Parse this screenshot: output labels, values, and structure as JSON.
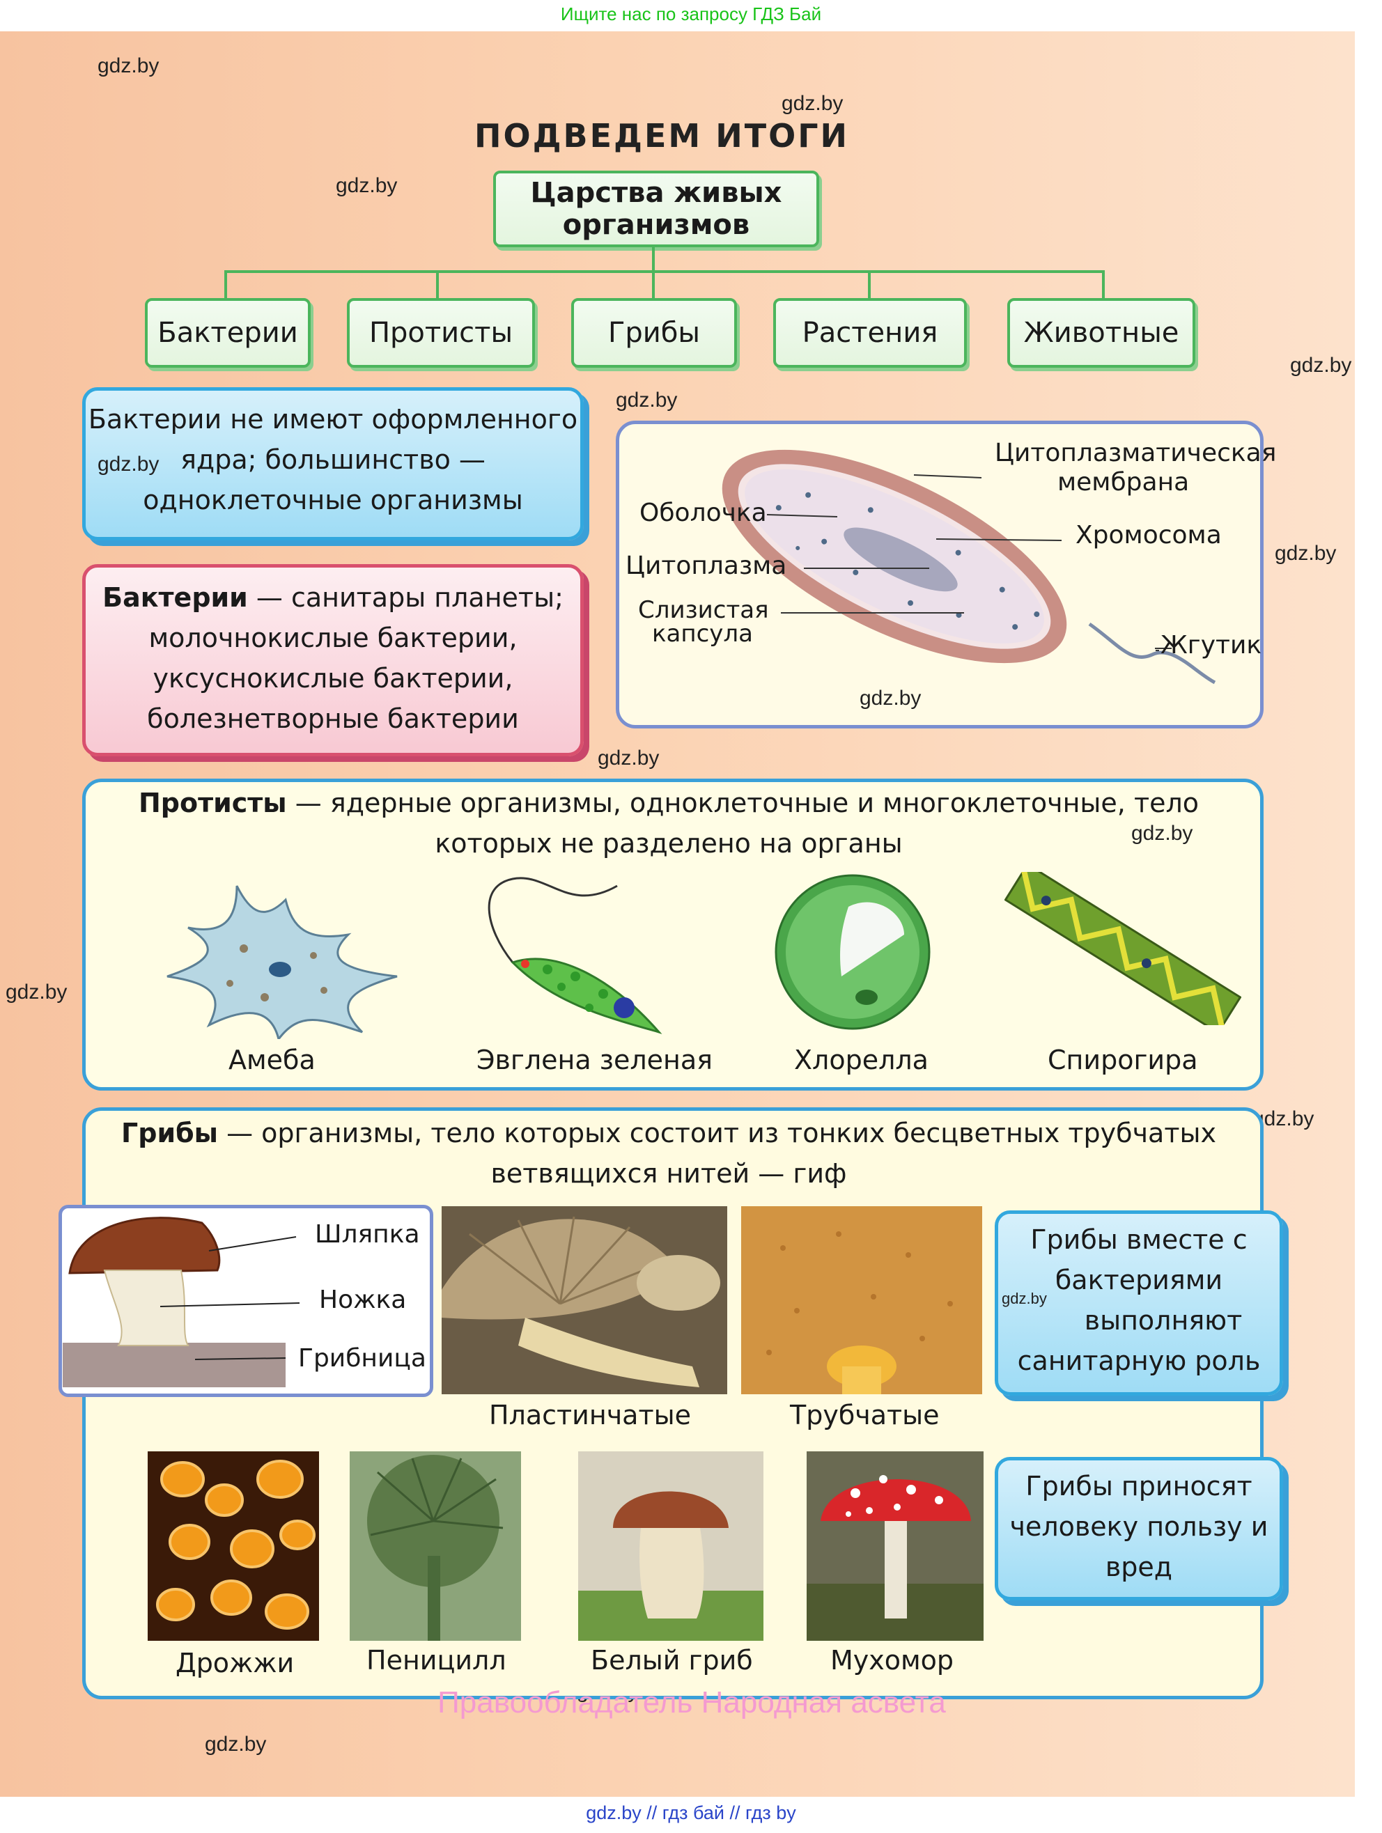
{
  "banner": "Ищите нас по запросу ГДЗ Бай",
  "watermark": "gdz.by",
  "title": "ПОДВЕДЕМ  ИТОГИ",
  "root": {
    "line1": "Царства живых",
    "line2": "организмов"
  },
  "kingdoms": [
    "Бактерии",
    "Протисты",
    "Грибы",
    "Растения",
    "Животные"
  ],
  "bacteria_info": {
    "line1": "Бактерии не имеют оформленного",
    "line2": "ядра; большинство —",
    "line3": "одноклеточные организмы"
  },
  "bacteria_role": {
    "bold": "Бактерии",
    "line1_rest": " — санитары планеты;",
    "line2": "молочнокислые бактерии,",
    "line3": "уксуснокислые бактерии,",
    "line4": "болезнетворные бактерии"
  },
  "bacterium_labels": {
    "membrane1": "Цитоплазматическая",
    "membrane2": "мембрана",
    "shell": "Оболочка",
    "chromosome": "Хромосома",
    "cytoplasm": "Цитоплазма",
    "capsule1": "Слизистая",
    "capsule2": "капсула",
    "flagellum": "Жгутик"
  },
  "protists": {
    "bold": "Протисты",
    "line1_rest": " — ядерные организмы, одноклеточные и многоклеточные, тело",
    "line2": "которых не разделено на органы",
    "items": [
      "Амеба",
      "Эвглена зеленая",
      "Хлорелла",
      "Спирогира"
    ]
  },
  "fungi": {
    "bold": "Грибы",
    "line1_rest": " — организмы, тело которых состоит из тонких бесцветных трубчатых",
    "line2": "ветвящихся нитей — гиф",
    "parts": [
      "Шляпка",
      "Ножка",
      "Грибница"
    ],
    "types": [
      "Пластинчатые",
      "Трубчатые"
    ],
    "examples": [
      "Дрожжи",
      "Пеницилл",
      "Белый гриб",
      "Мухомор"
    ],
    "note1": [
      "Грибы вместе с",
      "бактериями",
      "выполняют",
      "санитарную роль"
    ],
    "note2": [
      "Грибы приносят",
      "человеку пользу и",
      "вред"
    ]
  },
  "copyright": "Правообладатель Народная асвета",
  "footer": "gdz.by  //  гдз бай  //  гдз by",
  "colors": {
    "green": "#4bb55c",
    "blue": "#32a8de",
    "pink": "#d9506e",
    "banner": "#19c319",
    "footer": "#2a45c9"
  }
}
